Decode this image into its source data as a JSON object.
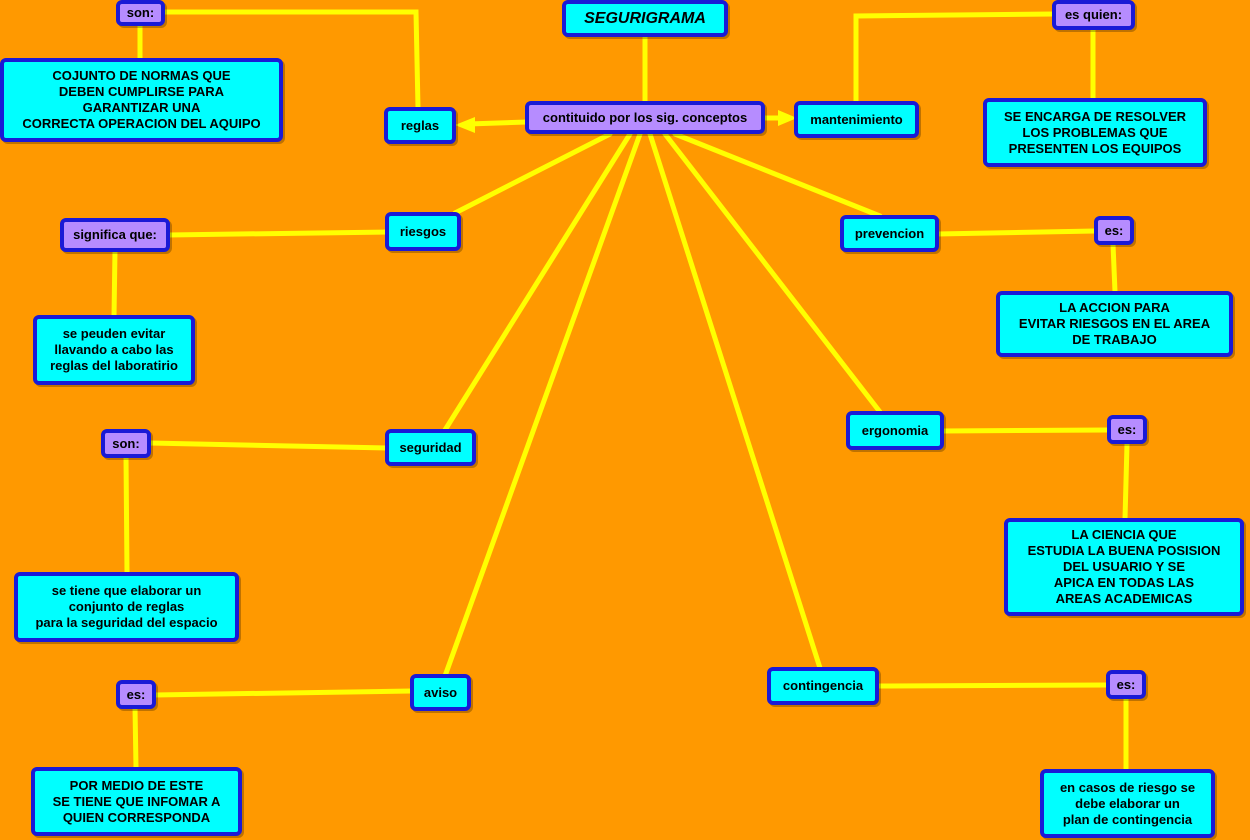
{
  "title": "SEGURIGRAMA",
  "hub": "contituido por los sig. conceptos",
  "concepts": {
    "reglas": "reglas",
    "mantenimiento": "mantenimiento",
    "riesgos": "riesgos",
    "prevencion": "prevencion",
    "seguridad": "seguridad",
    "ergonomia": "ergonomia",
    "aviso": "aviso",
    "contingencia": "contingencia"
  },
  "links": {
    "reglas": "son:",
    "mantenimiento": "es quien:",
    "riesgos": "significa que:",
    "prevencion": "es:",
    "seguridad": "son:",
    "ergonomia": "es:",
    "aviso": "es:",
    "contingencia": "es:"
  },
  "descriptions": {
    "reglas": "COJUNTO DE NORMAS QUE\nDEBEN CUMPLIRSE PARA\nGARANTIZAR UNA\nCORRECTA OPERACION DEL AQUIPO",
    "mantenimiento": "SE ENCARGA DE RESOLVER\nLOS PROBLEMAS QUE\nPRESENTEN LOS EQUIPOS",
    "riesgos": "se peuden evitar\nllavando a cabo las\nreglas del laboratirio",
    "prevencion": "LA ACCION PARA\nEVITAR RIESGOS EN EL AREA\nDE TRABAJO",
    "seguridad": "se tiene que elaborar un\nconjunto de reglas\npara la seguridad del espacio",
    "ergonomia": "LA CIENCIA QUE\nESTUDIA LA BUENA POSISION\nDEL USUARIO Y SE\nAPICA EN TODAS LAS\nAREAS ACADEMICAS",
    "aviso": "POR MEDIO DE ESTE\nSE TIENE QUE INFOMAR A\nQUIEN CORRESPONDA",
    "contingencia": "en casos de riesgo se\ndebe elaborar un\nplan de contingencia"
  },
  "colors": {
    "background": "#ff9900",
    "connector": "#ffff00",
    "concept_fill": "#00ffff",
    "link_fill": "#b68cff",
    "border": "#1a1ad6"
  }
}
